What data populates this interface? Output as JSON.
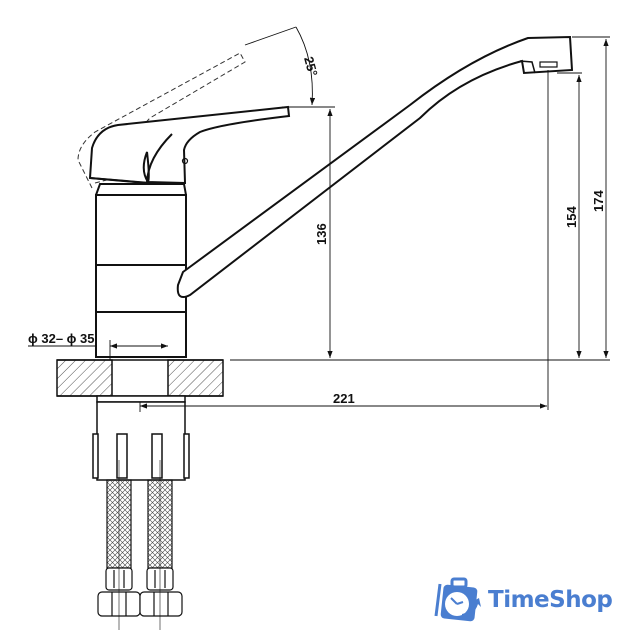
{
  "diagram": {
    "subject": "Single-lever kitchen faucet technical drawing",
    "dimensions": {
      "lever_angle": "25°",
      "lever_height": "136",
      "outlet_height": "154",
      "total_height": "174",
      "spout_reach": "221",
      "mounting_hole": "ϕ 32– ϕ 35"
    }
  },
  "logo": {
    "text": "TimeShop",
    "icon": "clock-briefcase-icon",
    "color": "#4a7ed0"
  },
  "colors": {
    "line": "#111111",
    "background": "#ffffff",
    "brand": "#4a7ed0"
  }
}
